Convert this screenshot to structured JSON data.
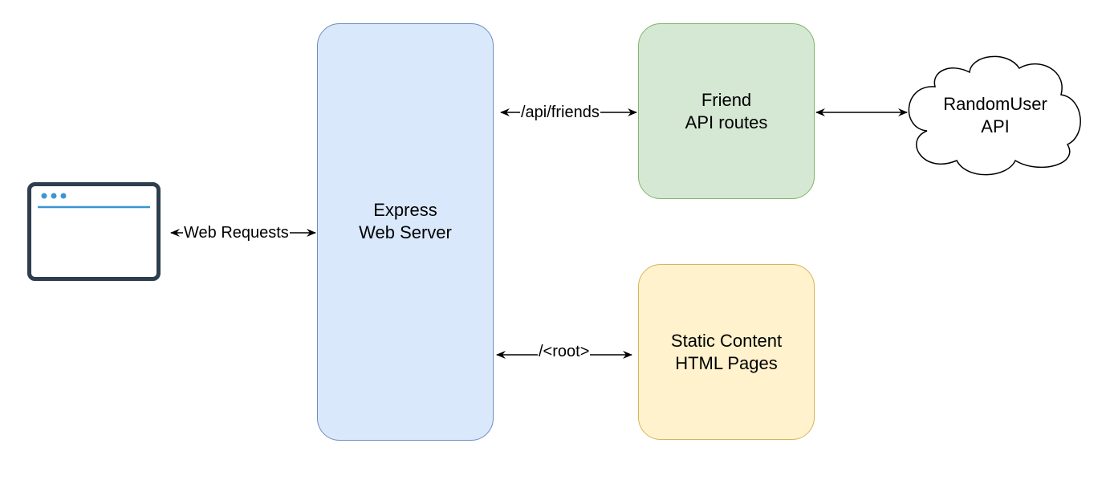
{
  "nodes": {
    "browser": {
      "icon": "browser-window-icon"
    },
    "express": {
      "line1": "Express",
      "line2": "Web Server"
    },
    "friend": {
      "line1": "Friend",
      "line2": "API routes"
    },
    "static": {
      "line1": "Static Content",
      "line2": "HTML Pages"
    },
    "randomuser": {
      "line1": "RandomUser",
      "line2": "API"
    }
  },
  "edges": {
    "web_requests": "Web Requests",
    "api_friends": "/api/friends",
    "root": "/<root>"
  },
  "colors": {
    "express_fill": "#dae8fc",
    "express_stroke": "#6c8ebf",
    "friend_fill": "#d5e8d4",
    "friend_stroke": "#82b366",
    "static_fill": "#fff2cc",
    "static_stroke": "#d6b656",
    "browser_frame": "#2f3e4e",
    "browser_accent": "#3b95d3"
  }
}
